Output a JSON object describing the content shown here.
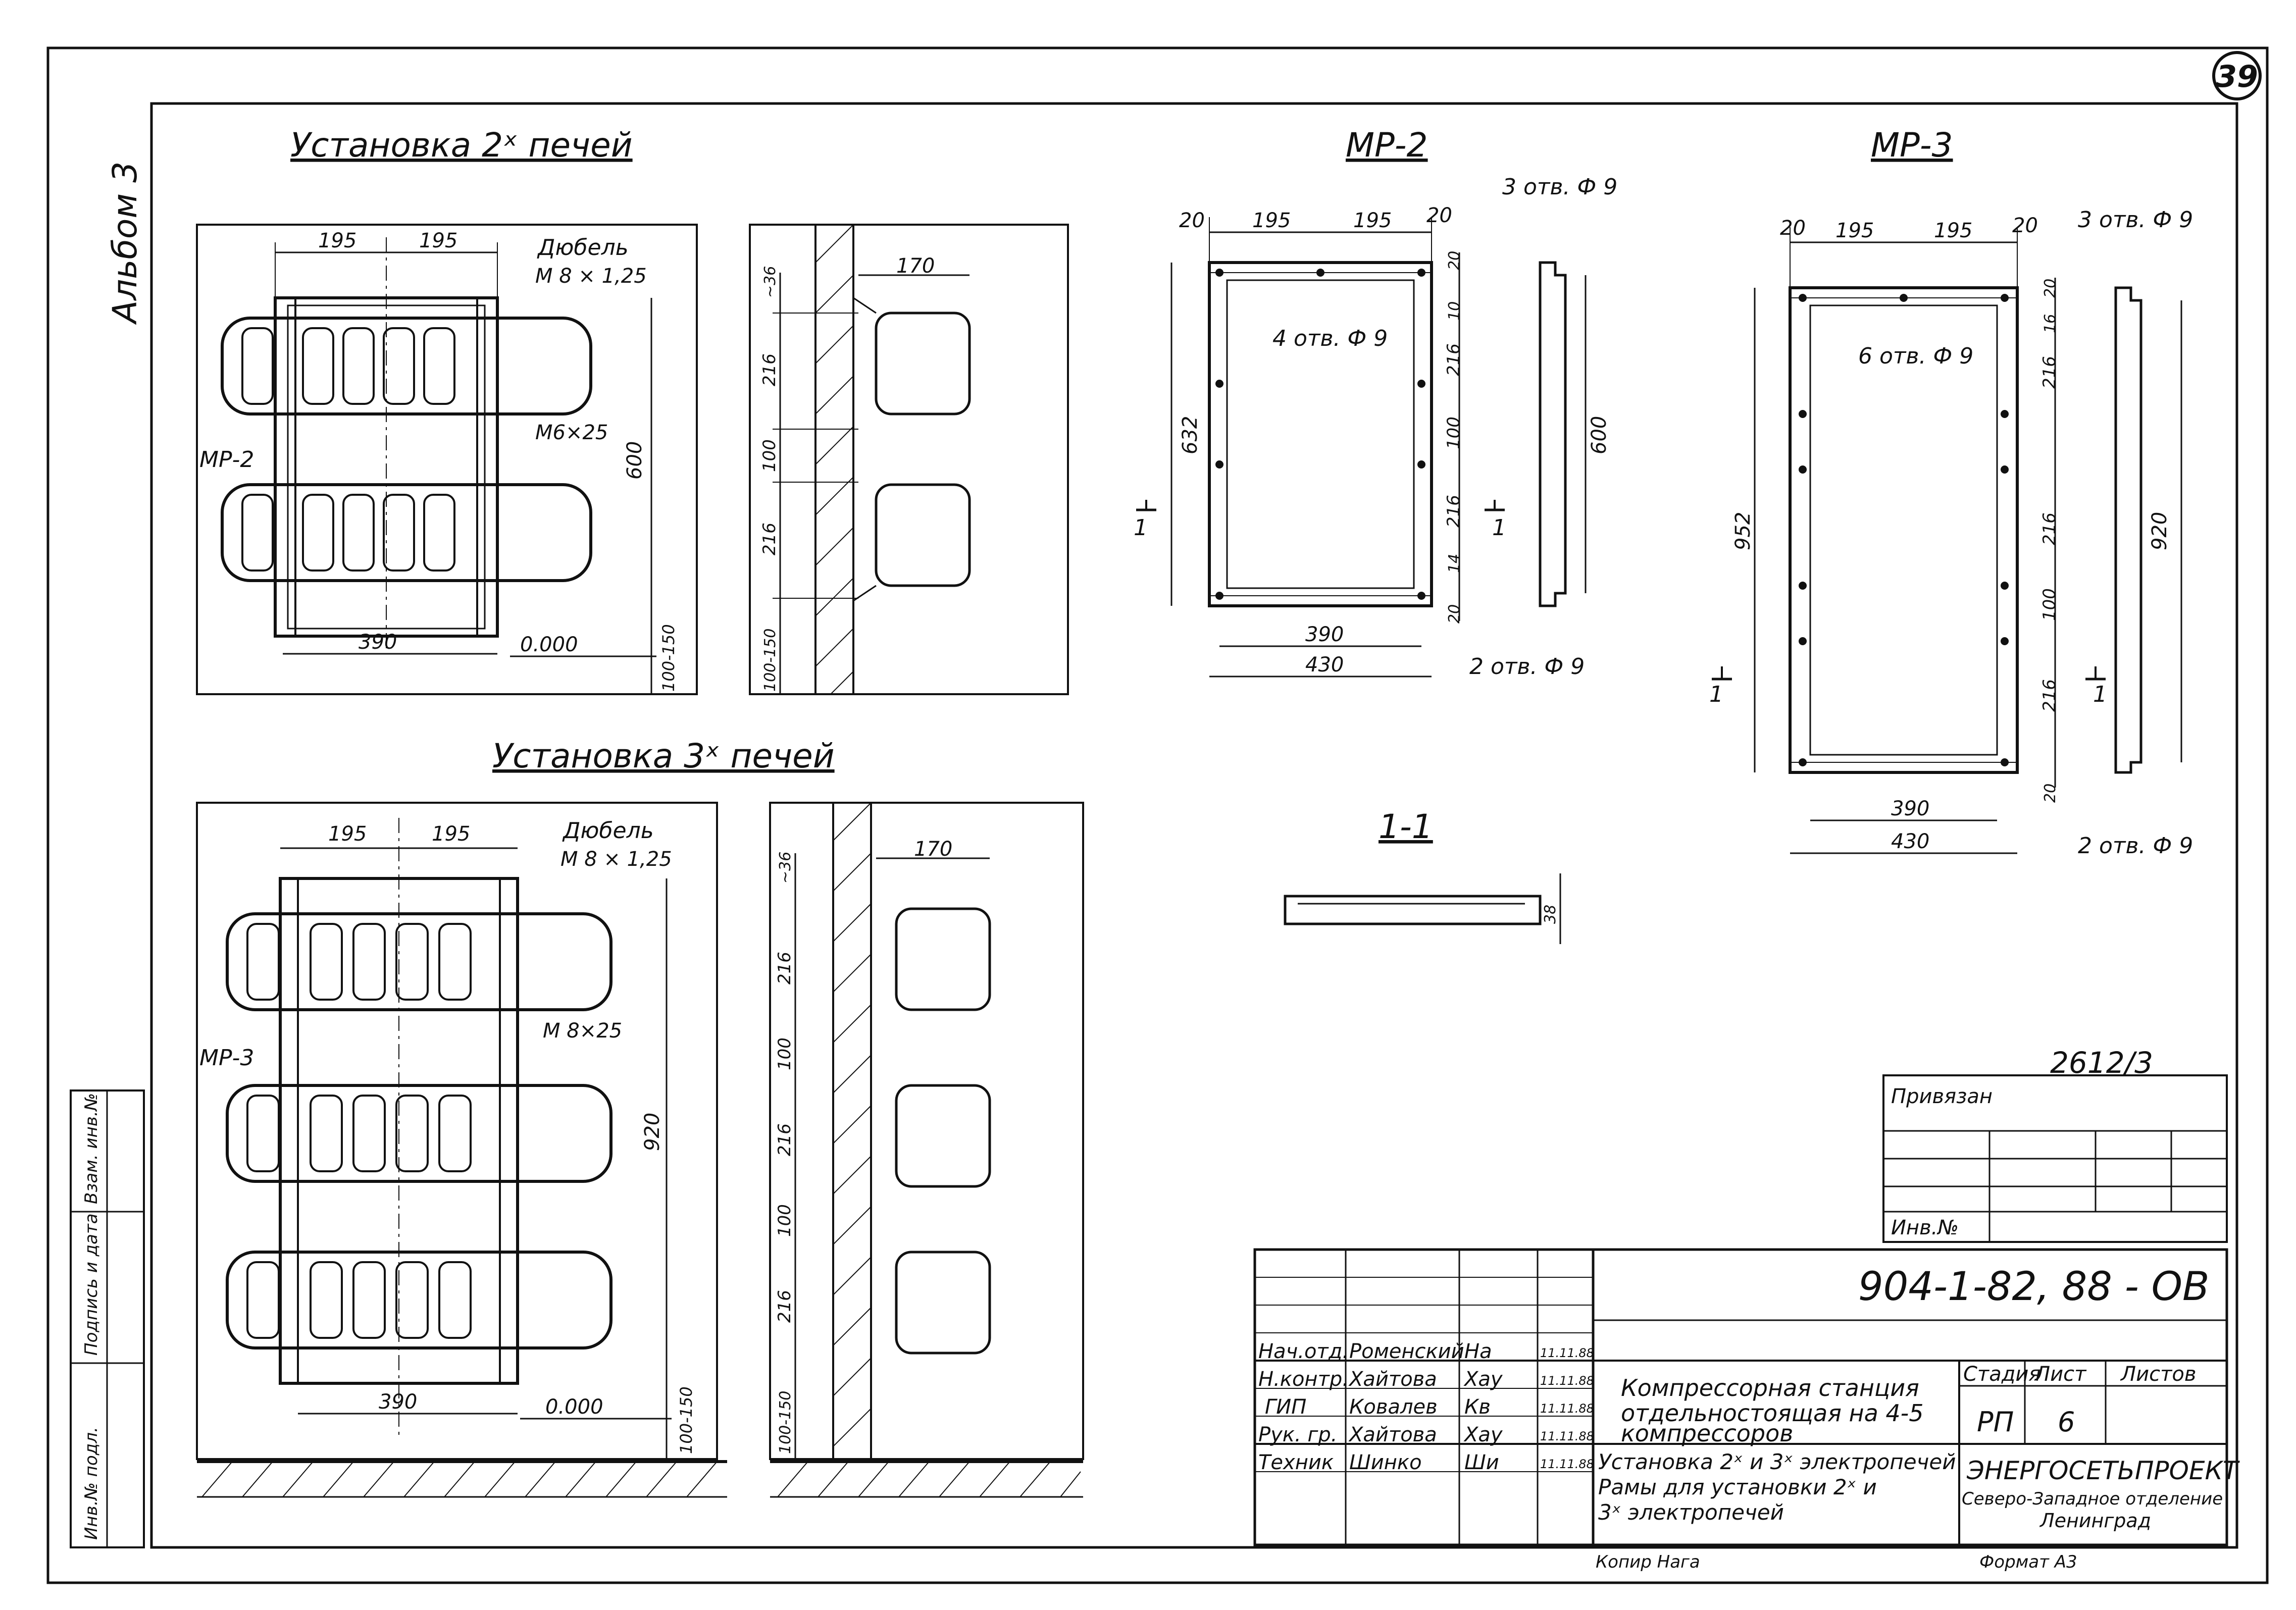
{
  "sheet": {
    "number": "39",
    "album_label": "Альбом 3",
    "sidebar_cells": [
      "Инв.№ подл.",
      "Подпись и дата",
      "Взам. инв.№"
    ]
  },
  "views": {
    "install2": {
      "title": "Установка 2ˣ печей",
      "dims_top": [
        "195",
        "195"
      ],
      "dowel": "Дюбель",
      "dowel_spec": "М 8 × 1,25",
      "frame_label": "МР-2",
      "bolt_spec": "М6×25",
      "height": "600",
      "width": "390",
      "level": "0.000",
      "floor_gap": "100-150"
    },
    "install2_side": {
      "depth": "170",
      "dims": [
        "~36",
        "216",
        "100",
        "216",
        "100-150"
      ]
    },
    "install3": {
      "title": "Установка 3ˣ печей",
      "dims_top": [
        "195",
        "195"
      ],
      "dowel": "Дюбель",
      "dowel_spec": "М 8 × 1,25",
      "frame_label": "МР-3",
      "bolt_spec": "М 8×25",
      "height": "920",
      "width": "390",
      "level": "0.000",
      "floor_gap": "100-150"
    },
    "install3_side": {
      "depth": "170",
      "dims": [
        "~36",
        "216",
        "100",
        "216",
        "100",
        "216",
        "100-150"
      ]
    },
    "mp2": {
      "title": "МР-2",
      "dims_top": [
        "20",
        "195",
        "195",
        "20"
      ],
      "holes_top": "3 отв. Ф 9",
      "holes_mid": "4 отв. Ф 9",
      "holes_bot": "2 отв. Ф 9",
      "height": "632",
      "right_dims": [
        "20",
        "10",
        "216",
        "100",
        "216",
        "14",
        "20"
      ],
      "inner_width": "390",
      "outer_width": "430",
      "side_height": "600",
      "section_mark": "1"
    },
    "mp3": {
      "title": "МР-3",
      "dims_top": [
        "20",
        "195",
        "195",
        "20"
      ],
      "holes_top": "3 отв. Ф 9",
      "holes_mid": "6 отв. Ф 9",
      "holes_bot": "2 отв. Ф 9",
      "height": "952",
      "right_dims": [
        "20",
        "16",
        "216",
        "216",
        "100",
        "216",
        "20"
      ],
      "inner_width": "390",
      "outer_width": "430",
      "side_height": "920",
      "section_mark": "1"
    },
    "section": {
      "title": "1-1",
      "dim": "38"
    }
  },
  "title_block": {
    "ref_number": "2612/3",
    "tied_label": "Привязан",
    "inv_label": "Инв.№",
    "doc_code": "904-1-82, 88 - ОВ",
    "signatories": [
      {
        "role": "Нач.отд.",
        "name": "Роменский",
        "sign": "Ha",
        "date": "11.11.88"
      },
      {
        "role": "Н.контр.",
        "name": "Хайтова",
        "sign": "Хау",
        "date": "11.11.88"
      },
      {
        "role": "ГИП",
        "name": "Ковалев",
        "sign": "Кв",
        "date": "11.11.88"
      },
      {
        "role": "Рук. гр.",
        "name": "Хайтова",
        "sign": "Хау",
        "date": "11.11.88"
      },
      {
        "role": "Техник",
        "name": "Шинко",
        "sign": "Ши",
        "date": "11.11.88"
      }
    ],
    "project_title": [
      "Компрессорная станция",
      "отдельностоящая на 4-5",
      "компрессоров"
    ],
    "sheet_title": [
      "Установка 2ˣ и 3ˣ электропечей",
      "Рамы для установки 2ˣ и",
      "3ˣ электропечей"
    ],
    "stage_label": "Стадия",
    "sheet_label": "Лист",
    "sheets_label": "Листов",
    "stage": "РП",
    "sheet_no": "6",
    "org": [
      "ЭНЕРГОСЕТЬПРОЕКТ",
      "Северо-Западное отделение",
      "Ленинград"
    ],
    "copied": "Копир Нага",
    "format": "Формат А3"
  }
}
